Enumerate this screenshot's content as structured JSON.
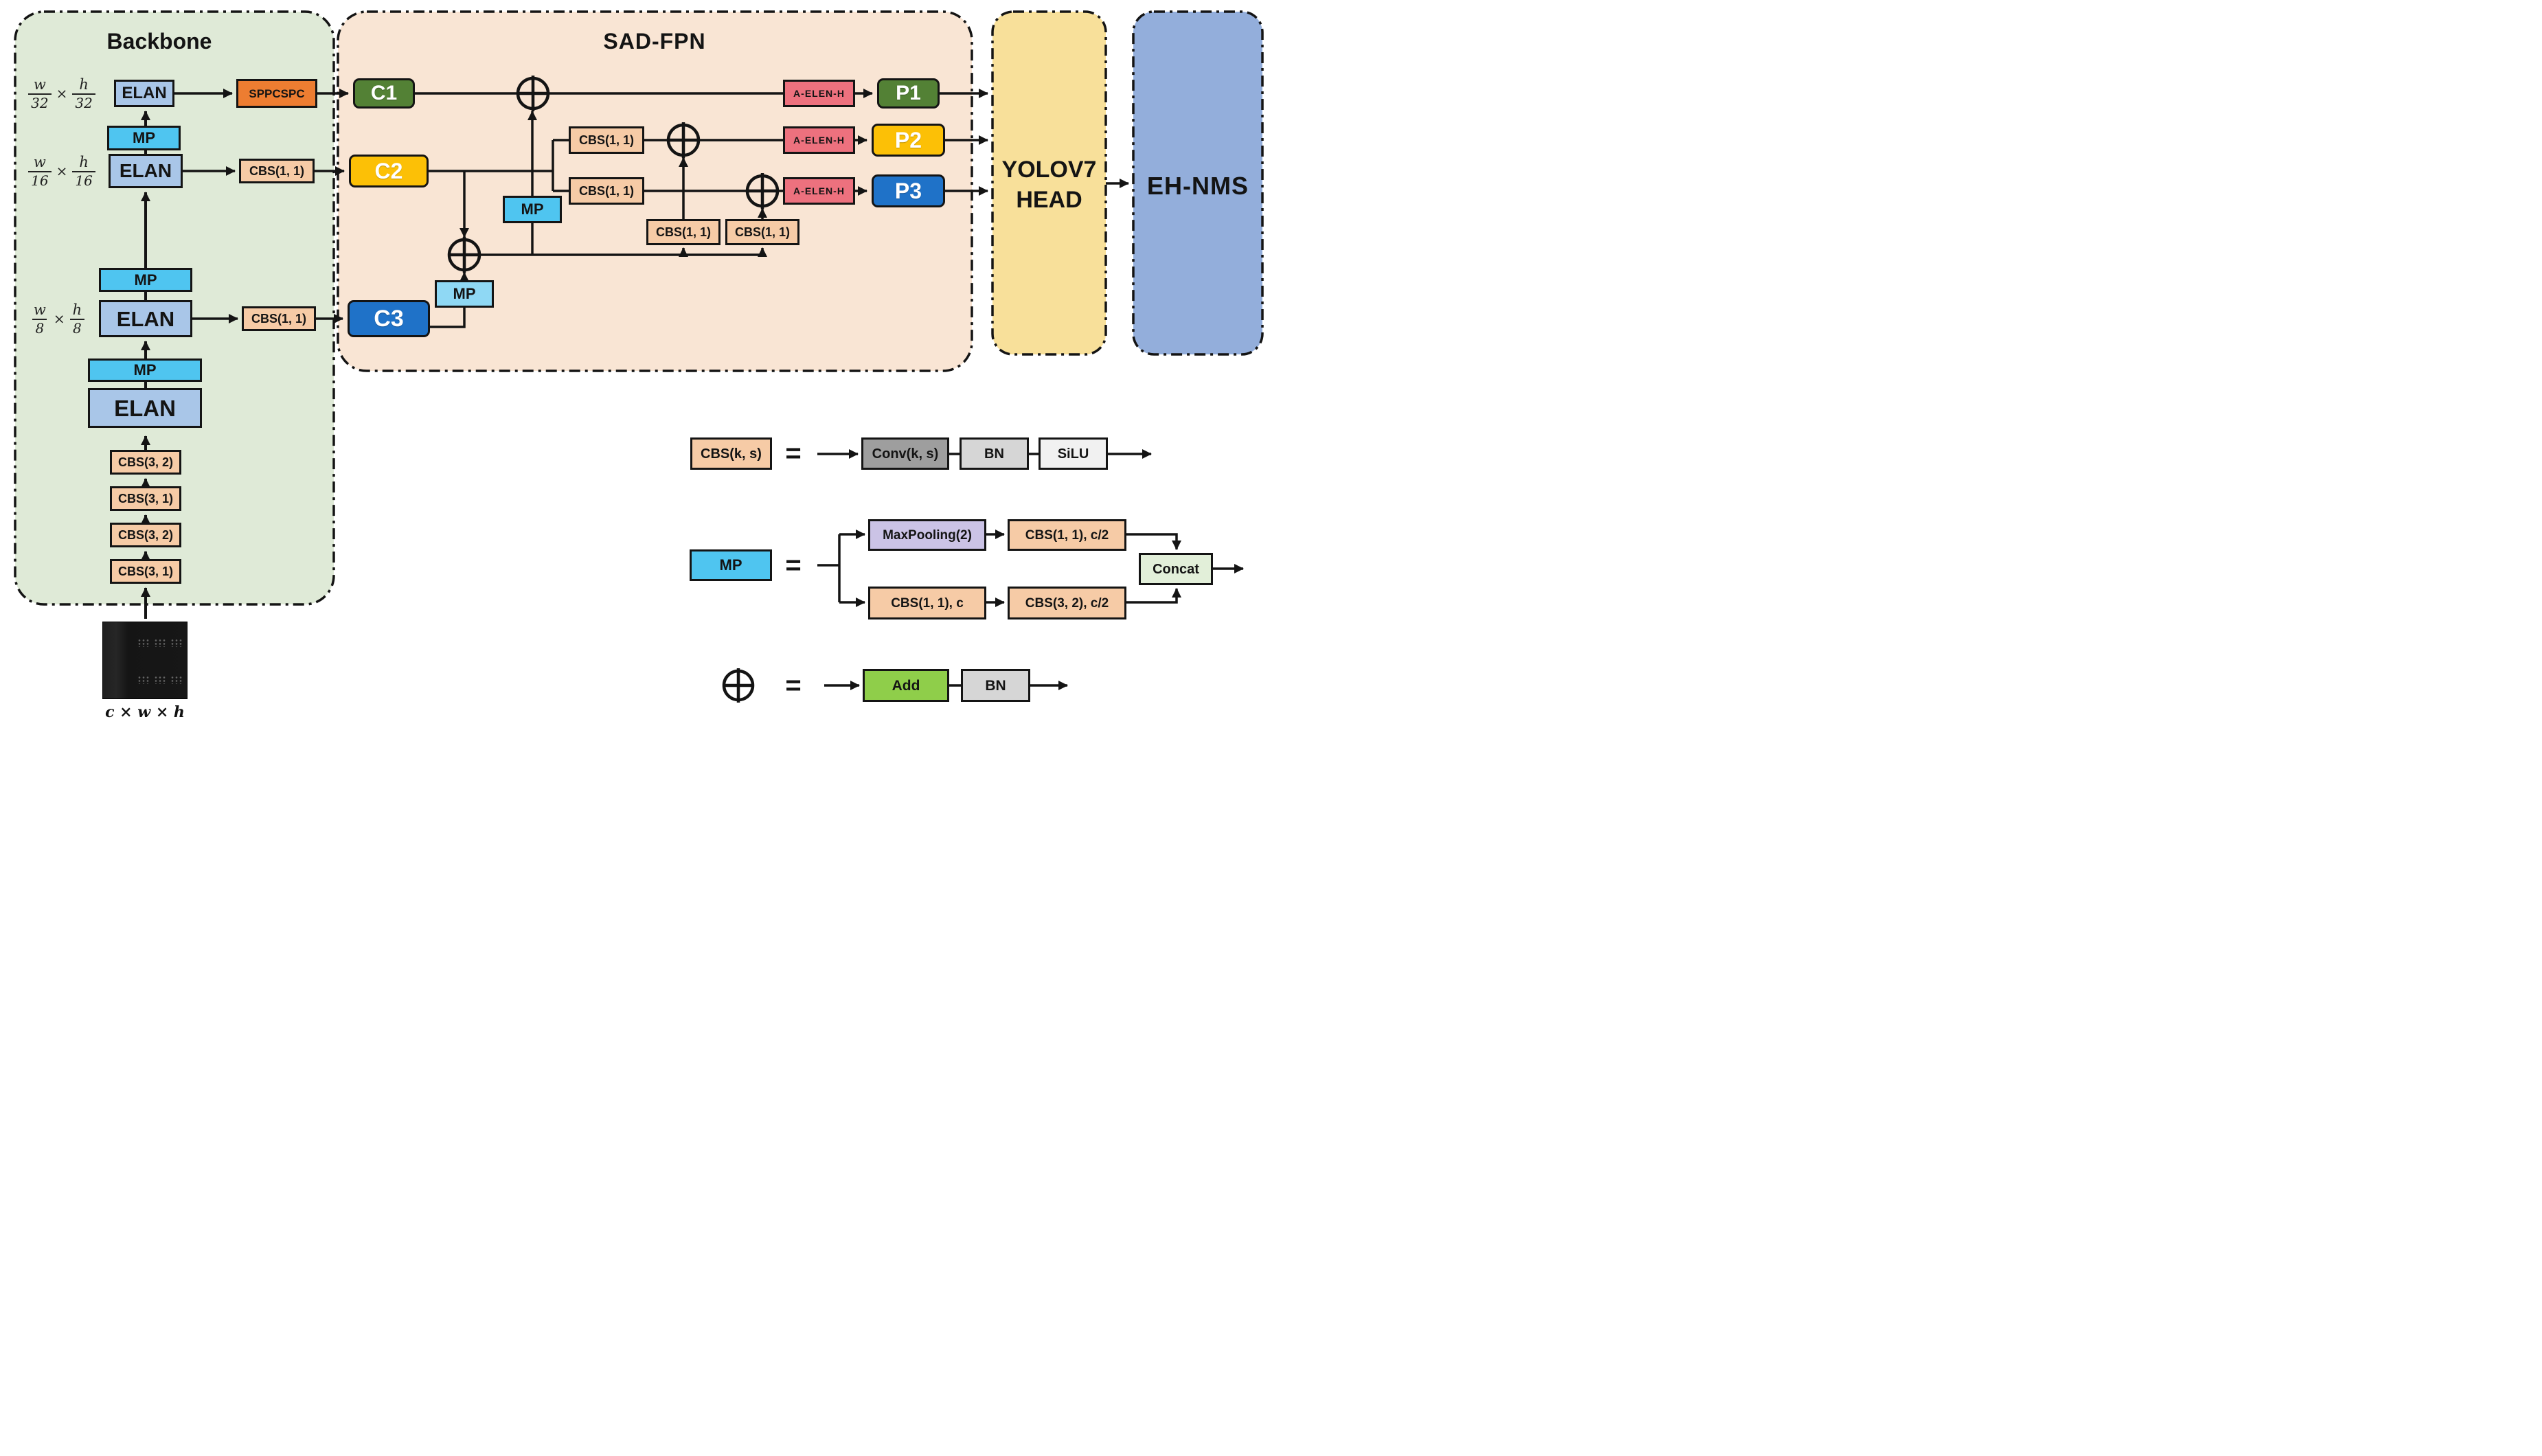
{
  "panels": {
    "backbone": {
      "title": "Backbone",
      "fill": "#dfead7"
    },
    "sad_fpn": {
      "title": "SAD-FPN",
      "fill": "#f9e5d4"
    },
    "yolov7_head": {
      "line1": "YOLOV7",
      "line2": "HEAD",
      "fill": "#f8e09a"
    },
    "eh_nms": {
      "title": "EH-NMS",
      "fill": "#93aedb"
    }
  },
  "labels": {
    "elan": "ELAN",
    "mp": "MP",
    "sppcspc": "SPPCSPC",
    "cbs11": "CBS(1, 1)",
    "cbs31": "CBS(3, 1)",
    "cbs32": "CBS(3, 2)",
    "c1": "C1",
    "c2": "C2",
    "c3": "C3",
    "p1": "P1",
    "p2": "P2",
    "p3": "P3",
    "a_elen_h": "A-ELEN-H",
    "times": "×",
    "equals": "=",
    "input_dims": "c × w × h"
  },
  "scales": {
    "s32": {
      "wn": "w",
      "wd": "32",
      "hn": "h",
      "hd": "32"
    },
    "s16": {
      "wn": "w",
      "wd": "16",
      "hn": "h",
      "hd": "16"
    },
    "s8": {
      "wn": "w",
      "wd": "8",
      "hn": "h",
      "hd": "8"
    }
  },
  "legend": {
    "cbs": {
      "key": "CBS(k, s)",
      "conv": "Conv(k, s)",
      "bn": "BN",
      "silu": "SiLU"
    },
    "mp": {
      "key": "MP",
      "maxpool": "MaxPooling(2)",
      "cbs11_c2": "CBS(1, 1), c/2",
      "cbs11_c": "CBS(1, 1), c",
      "cbs32_c2": "CBS(3, 2), c/2",
      "concat": "Concat"
    },
    "add": {
      "add": "Add",
      "bn": "BN"
    }
  },
  "icons": {
    "add": "plus-in-circle",
    "arrow": "solid-arrowhead"
  },
  "colors": {
    "line": "#141414",
    "elan": "#a9c6e8",
    "mp": "#4fc5f0",
    "cbs": "#f6cba6",
    "sppcspc": "#ed7d31",
    "a_elen_h": "#ed717e",
    "c1_p1": "#538135",
    "c2_p2": "#fcc006",
    "c3_p3": "#1f72c8",
    "conv": "#9e9e9e",
    "bn": "#d6d6d6",
    "silu": "#f1f1f1",
    "maxpooling": "#cbc3e6",
    "concat": "#e2efd9",
    "add": "#8fce4a"
  }
}
